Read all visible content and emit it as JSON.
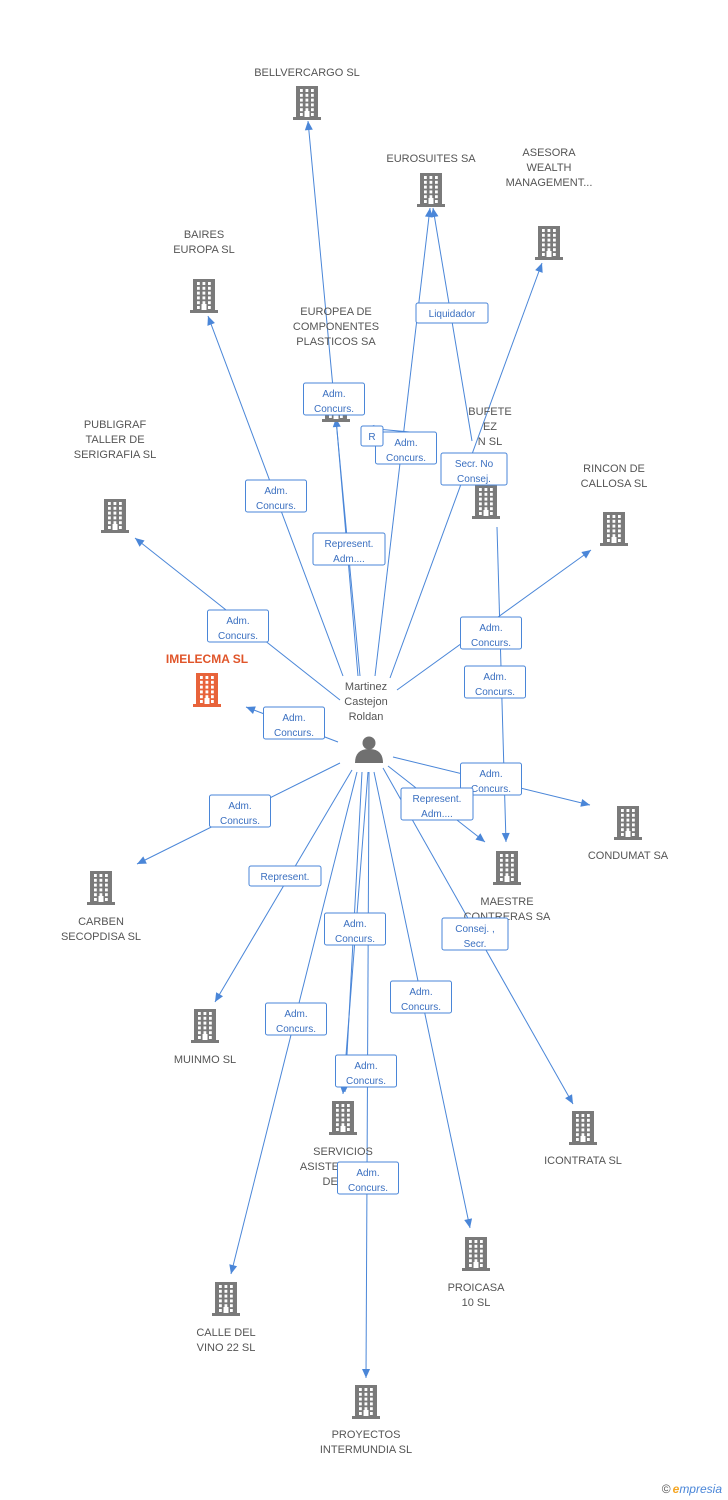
{
  "colors": {
    "edge": "#4a86d8",
    "building": "#7a7a7a",
    "main_building": "#e8633a",
    "main_label": "#e0552a",
    "person": "#707070"
  },
  "person": {
    "id": "martinez",
    "label_lines": [
      "Martinez",
      "Castejon",
      "Roldan"
    ],
    "icon": "person-icon"
  },
  "companies": [
    {
      "id": "bellvercargo",
      "lines": [
        "BELLVERCARGO SL"
      ],
      "icon": "building-icon"
    },
    {
      "id": "eurosuites",
      "lines": [
        "EUROSUITES SA"
      ],
      "icon": "building-icon"
    },
    {
      "id": "asesora",
      "lines": [
        "ASESORA",
        "WEALTH",
        "MANAGEMENT..."
      ],
      "icon": "building-icon"
    },
    {
      "id": "baires",
      "lines": [
        "BAIRES",
        "EUROPA SL"
      ],
      "icon": "building-icon"
    },
    {
      "id": "europea",
      "lines": [
        "EUROPEA DE",
        "COMPONENTES",
        "PLASTICOS SA"
      ],
      "icon": "building-icon"
    },
    {
      "id": "bufete",
      "lines": [
        "BUFETE",
        "EZ",
        "N SL"
      ],
      "icon": "building-icon"
    },
    {
      "id": "publigraf",
      "lines": [
        "PUBLIGRAF",
        "TALLER DE",
        "SERIGRAFIA SL"
      ],
      "icon": "building-icon"
    },
    {
      "id": "rincon",
      "lines": [
        "RINCON DE",
        "CALLOSA SL"
      ],
      "icon": "building-icon"
    },
    {
      "id": "imelecma",
      "lines": [
        "IMELECMA SL"
      ],
      "icon": "building-icon",
      "main": true
    },
    {
      "id": "condumat",
      "lines": [
        "CONDUMAT SA"
      ],
      "icon": "building-icon"
    },
    {
      "id": "maestre",
      "lines": [
        "MAESTRE",
        "CONTRERAS SA"
      ],
      "icon": "building-icon"
    },
    {
      "id": "carben",
      "lines": [
        "CARBEN",
        "SECOPDISA SL"
      ],
      "icon": "building-icon"
    },
    {
      "id": "muinmo",
      "lines": [
        "MUINMO SL"
      ],
      "icon": "building-icon"
    },
    {
      "id": "servicios",
      "lines": [
        "SERVICIOS",
        "ASISTENCIALES",
        "DE LA..."
      ],
      "icon": "building-icon"
    },
    {
      "id": "icontrata",
      "lines": [
        "ICONTRATA SL"
      ],
      "icon": "building-icon"
    },
    {
      "id": "proicasa",
      "lines": [
        "PROICASA",
        "10 SL"
      ],
      "icon": "building-icon"
    },
    {
      "id": "calle",
      "lines": [
        "CALLE DEL",
        "VINO 22 SL"
      ],
      "icon": "building-icon"
    },
    {
      "id": "proyectos",
      "lines": [
        "PROYECTOS",
        "INTERMUNDIA SL"
      ],
      "icon": "building-icon"
    }
  ],
  "edges": [
    {
      "to": "bellvercargo",
      "role": [
        "Represent.",
        "Adm...."
      ]
    },
    {
      "to": "eurosuites",
      "role": [
        "Adm.",
        "Concurs."
      ]
    },
    {
      "to": "eurosuites",
      "role": [
        "Liquidador"
      ]
    },
    {
      "to": "asesora",
      "role": [
        "Secr.  No",
        "Consej."
      ]
    },
    {
      "to": "baires",
      "role": [
        "Adm.",
        "Concurs."
      ]
    },
    {
      "to": "europea",
      "role": [
        "Adm.",
        "Concurs."
      ]
    },
    {
      "to": "europea",
      "role": [
        "R"
      ]
    },
    {
      "to": "publigraf",
      "role": [
        "Adm.",
        "Concurs."
      ]
    },
    {
      "to": "rincon",
      "role": [
        "Adm.",
        "Concurs."
      ]
    },
    {
      "to": "imelecma",
      "role": [
        "Adm.",
        "Concurs."
      ]
    },
    {
      "to": "condumat",
      "role": [
        "Adm.",
        "Concurs."
      ]
    },
    {
      "to": "maestre",
      "role": [
        "Represent.",
        "Adm...."
      ]
    },
    {
      "to": "maestre",
      "role": [
        "Adm.",
        "Concurs."
      ]
    },
    {
      "to": "carben",
      "role": [
        "Adm.",
        "Concurs."
      ]
    },
    {
      "to": "muinmo",
      "role": [
        "Represent."
      ]
    },
    {
      "to": "servicios",
      "role": [
        "Adm.",
        "Concurs."
      ]
    },
    {
      "to": "servicios",
      "role": [
        "Adm.",
        "Concurs."
      ]
    },
    {
      "to": "icontrata",
      "role": [
        "Consej. ,",
        "Secr."
      ]
    },
    {
      "to": "proicasa",
      "role": [
        "Adm.",
        "Concurs."
      ]
    },
    {
      "to": "calle",
      "role": [
        "Adm.",
        "Concurs."
      ]
    },
    {
      "to": "proyectos",
      "role": [
        "Adm.",
        "Concurs."
      ]
    }
  ],
  "footer": {
    "copyright": "©",
    "brand_initial": "e",
    "brand_rest": "mpresia"
  }
}
